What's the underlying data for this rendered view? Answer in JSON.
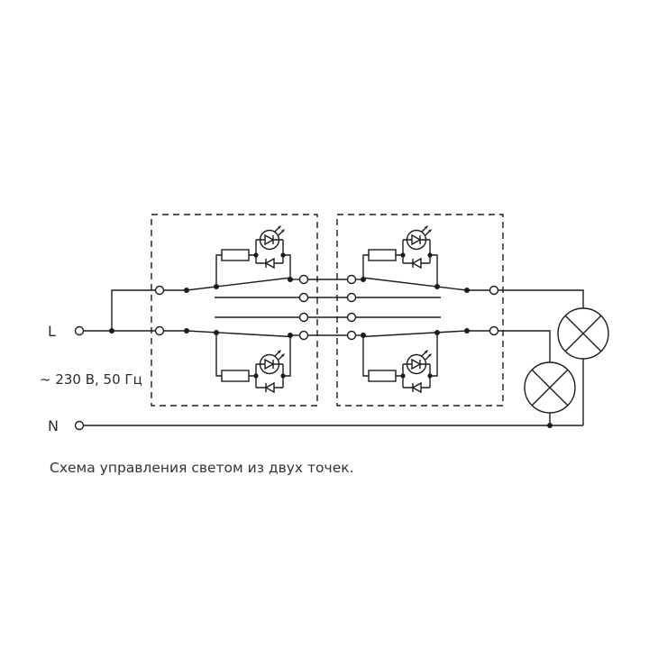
{
  "page": {
    "background_color": "#ffffff"
  },
  "diagram": {
    "caption": "Схема управления светом из двух точек.",
    "labels": {
      "line_terminal": "L",
      "neutral_terminal": "N",
      "supply_rating": "~ 230 В, 50 Гц"
    },
    "colors": {
      "stroke": "#1c1c1c",
      "label_text": "#2b2b2b",
      "caption_text": "#333333"
    },
    "semantics": {
      "type": "two-way lighting control wiring schematic",
      "switch_units": 2,
      "gangs_per_switch_unit": 2,
      "led_indicators_per_unit": 2,
      "lamps": 2
    }
  }
}
